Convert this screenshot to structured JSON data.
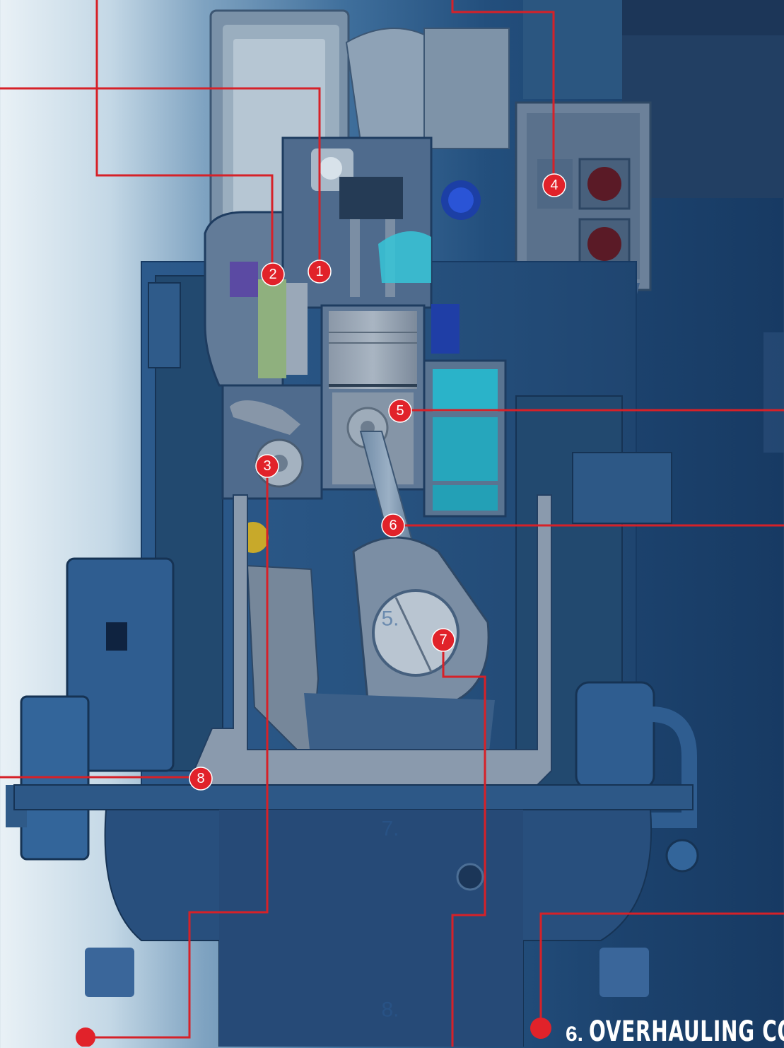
{
  "markers": [
    {
      "id": "1",
      "label": "1"
    },
    {
      "id": "2",
      "label": "2"
    },
    {
      "id": "3",
      "label": "3"
    },
    {
      "id": "4",
      "label": "4"
    },
    {
      "id": "5",
      "label": "5"
    },
    {
      "id": "6",
      "label": "6"
    },
    {
      "id": "7",
      "label": "7"
    },
    {
      "id": "8",
      "label": "8"
    }
  ],
  "ghost_labels": [
    "5.",
    "7.",
    "8."
  ],
  "caption": {
    "number": "6.",
    "title": "OVERHAULING CO"
  },
  "colors": {
    "leader_line": "#d62128",
    "marker_fill": "#e1222a",
    "engine_body": "#254d7e",
    "highlight_cyan": "#36c6d8"
  }
}
